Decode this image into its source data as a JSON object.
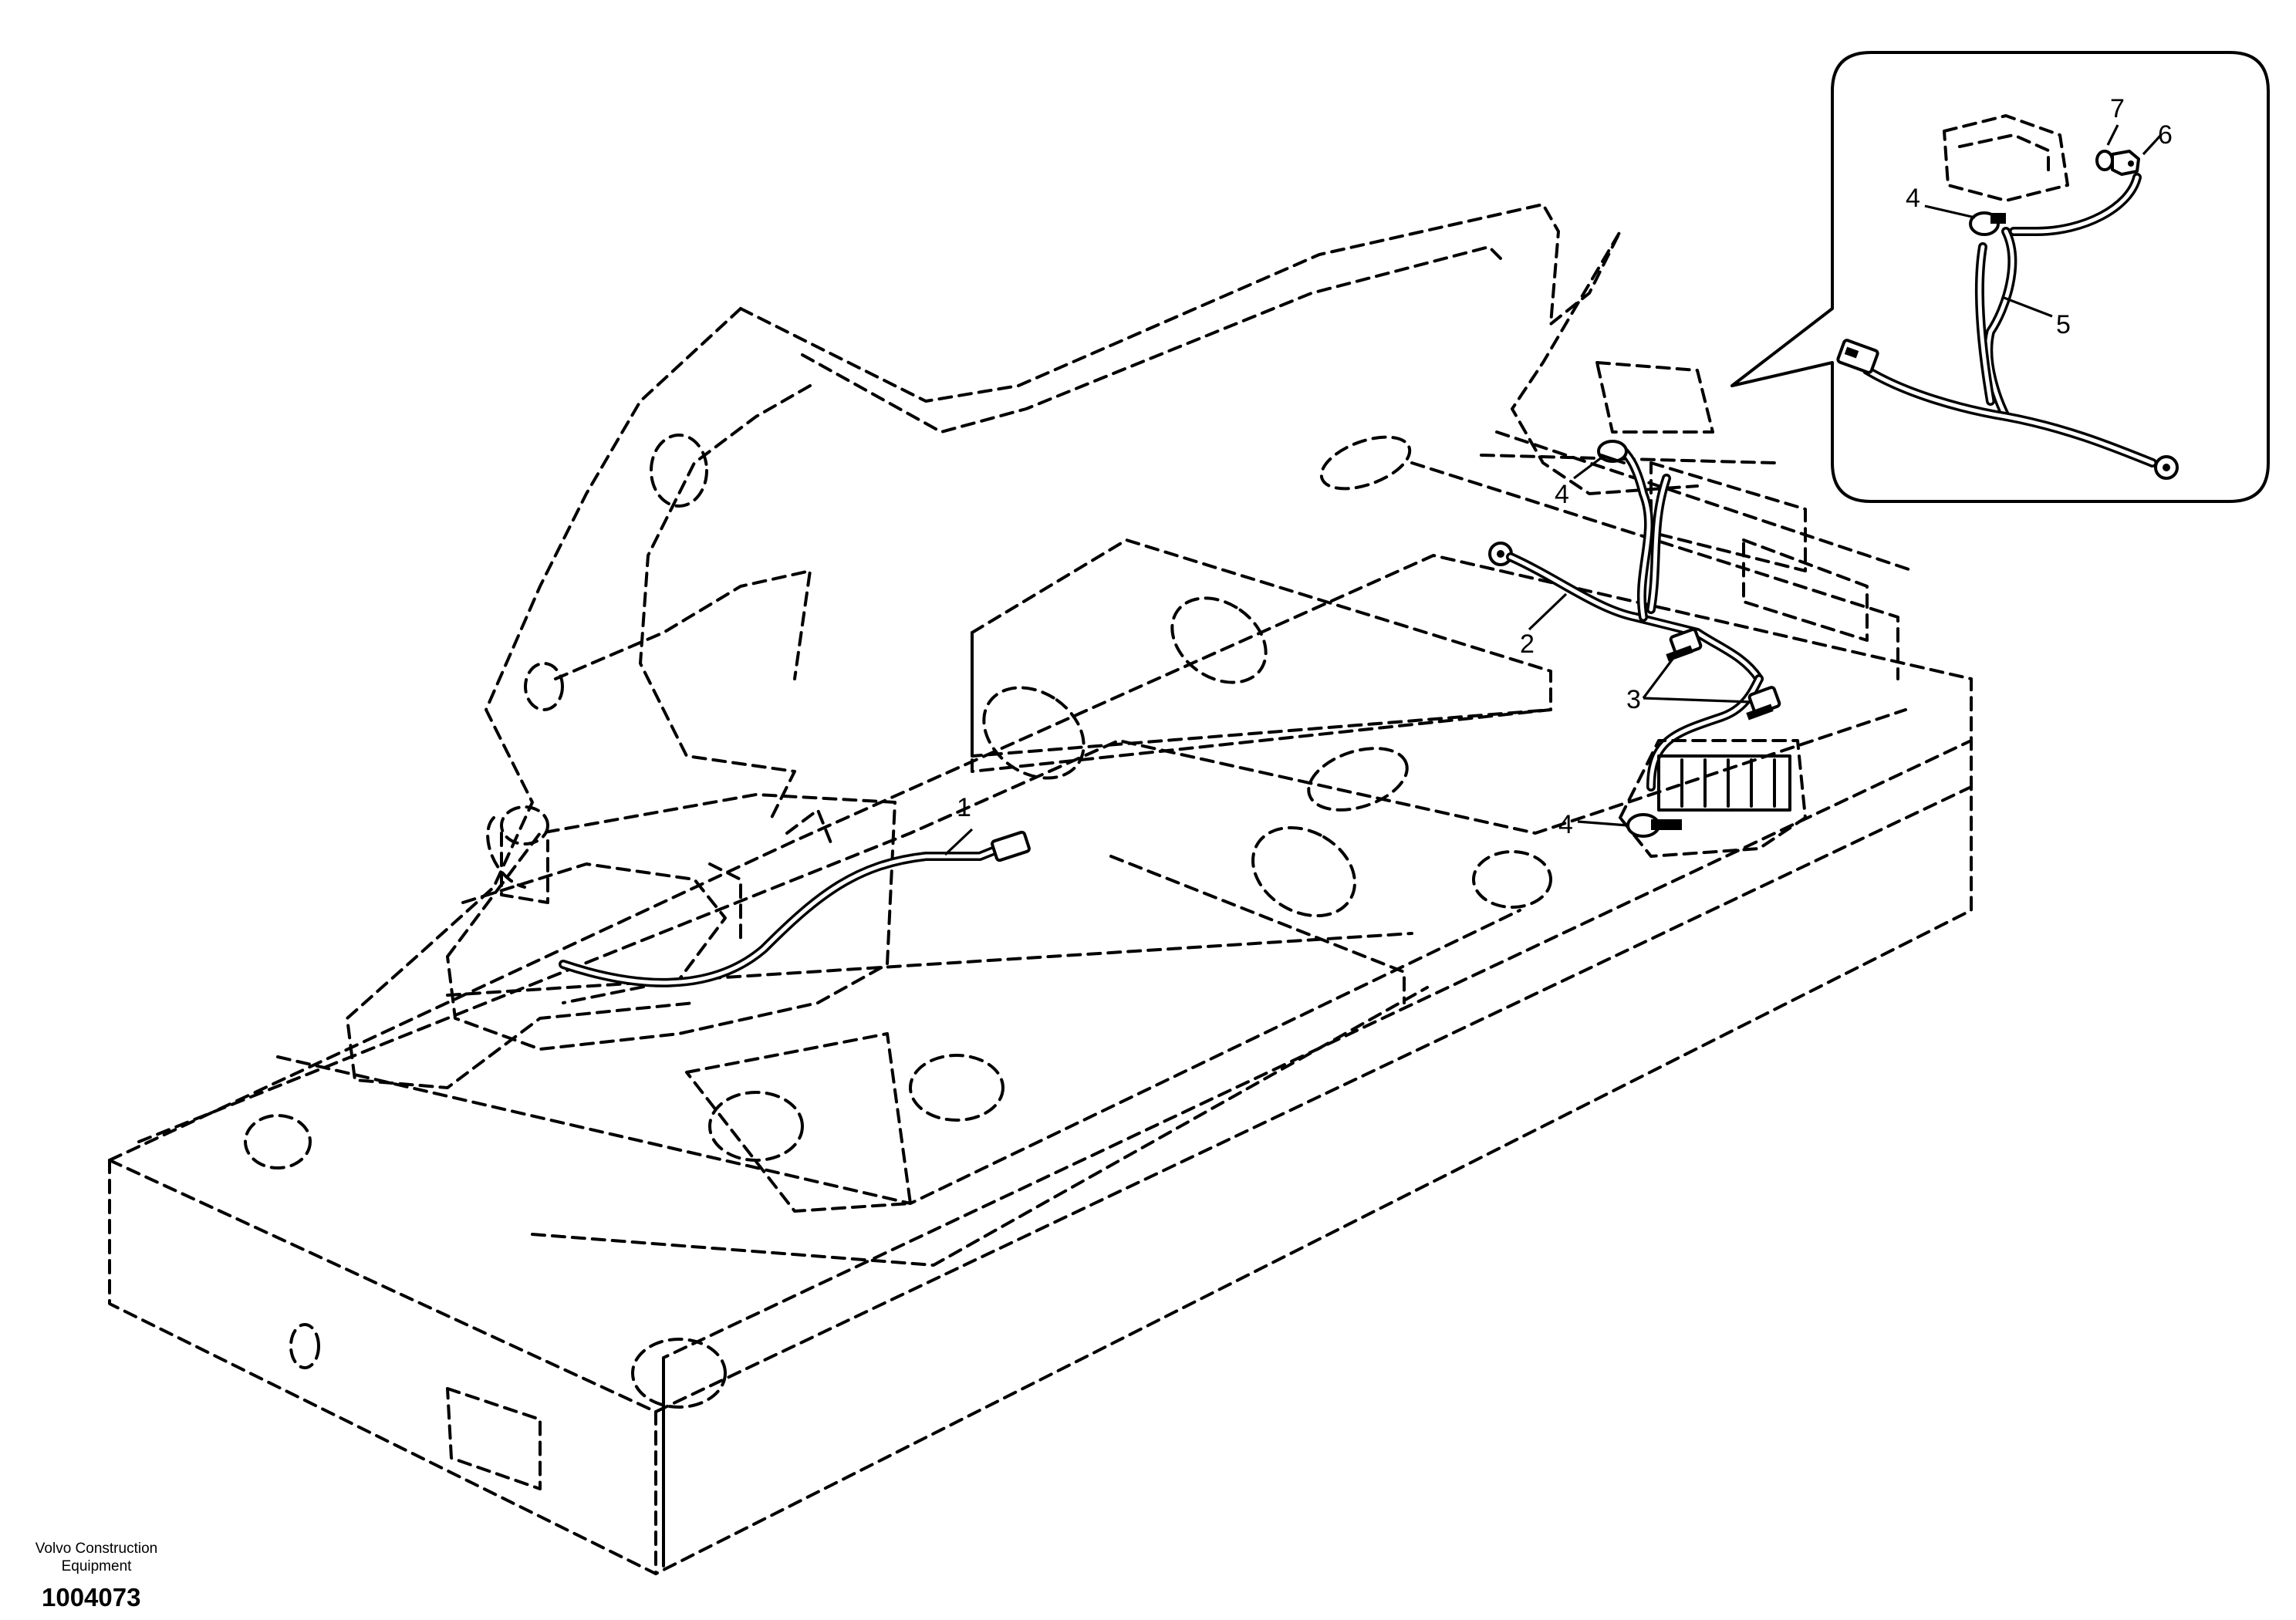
{
  "diagram": {
    "callouts": [
      {
        "id": "c1",
        "label": "1"
      },
      {
        "id": "c2",
        "label": "2"
      },
      {
        "id": "c3",
        "label": "3"
      },
      {
        "id": "c4a",
        "label": "4"
      },
      {
        "id": "c4b",
        "label": "4"
      },
      {
        "id": "c4c",
        "label": "4"
      },
      {
        "id": "c5",
        "label": "5"
      },
      {
        "id": "c6",
        "label": "6"
      },
      {
        "id": "c7",
        "label": "7"
      }
    ]
  },
  "footer": {
    "publisher": "Volvo Construction Equipment",
    "drawing_number": "1004073"
  }
}
